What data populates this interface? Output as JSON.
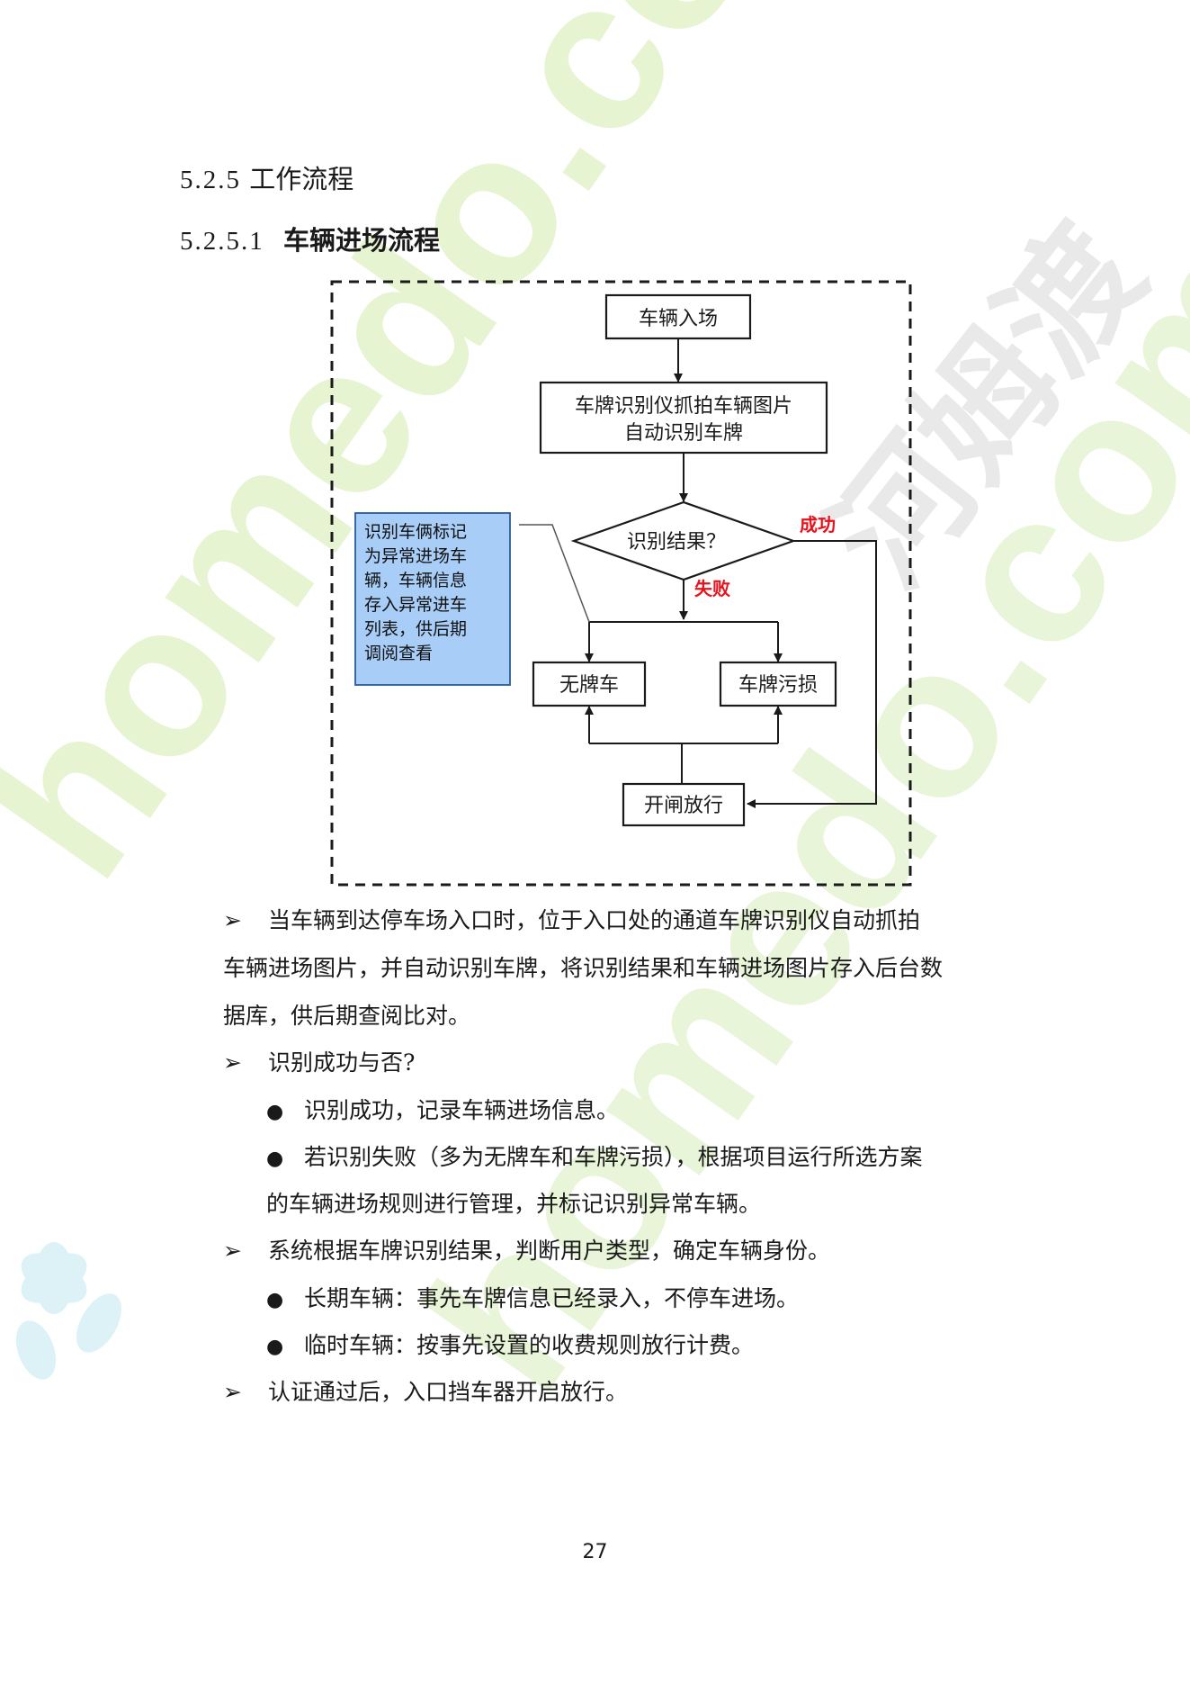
{
  "section_heading": {
    "number": "5.2.5",
    "title": "工作流程"
  },
  "subsection_heading": {
    "number": "5.2.5.1",
    "title": "车辆进场流程"
  },
  "flowchart": {
    "start": "车辆入场",
    "capture": [
      "车牌识别仪抓拍车辆图片",
      "自动识别车牌"
    ],
    "decision": "识别结果？",
    "success_label": "成功",
    "fail_label": "失败",
    "no_plate": "无牌车",
    "plate_damaged": "车牌污损",
    "gate_open": "开闸放行",
    "note": [
      "识别车俩标记",
      "为异常进场车",
      "辆，车辆信息",
      "存入异常进车",
      "列表，供后期",
      "调阅查看"
    ]
  },
  "body": {
    "p1": "当车辆到达停车场入口时，位于入口处的通道车牌识别仪自动抓拍",
    "p1_cont1": "车辆进场图片，并自动识别车牌，将识别结果和车辆进场图片存入后台数",
    "p1_cont2": "据库，供后期查阅比对。",
    "p2": "识别成功与否?",
    "p2_b1": "识别成功，记录车辆进场信息。",
    "p2_b2": "若识别失败（多为无牌车和车牌污损），根据项目运行所选方案",
    "p2_b2_cont": "的车辆进场规则进行管理，并标记识别异常车辆。",
    "p3": "系统根据车牌识别结果，判断用户类型，确定车辆身份。",
    "p3_b1": "长期车辆：事先车牌信息已经录入，不停车进场。",
    "p3_b2": "临时车辆：按事先设置的收费规则放行计费。",
    "p4": "认证通过后，入口挡车器开启放行。"
  },
  "page_number": "27",
  "watermarks": [
    "homedo.com",
    "homedo.com",
    "河姆渡"
  ],
  "colors": {
    "note_fill": "#a8cdf7",
    "note_border": "#2a5a9a",
    "flow_red": "#e8121c",
    "watermark_green": "#e3f3c9",
    "watermark_cyan": "#daf2f4"
  }
}
